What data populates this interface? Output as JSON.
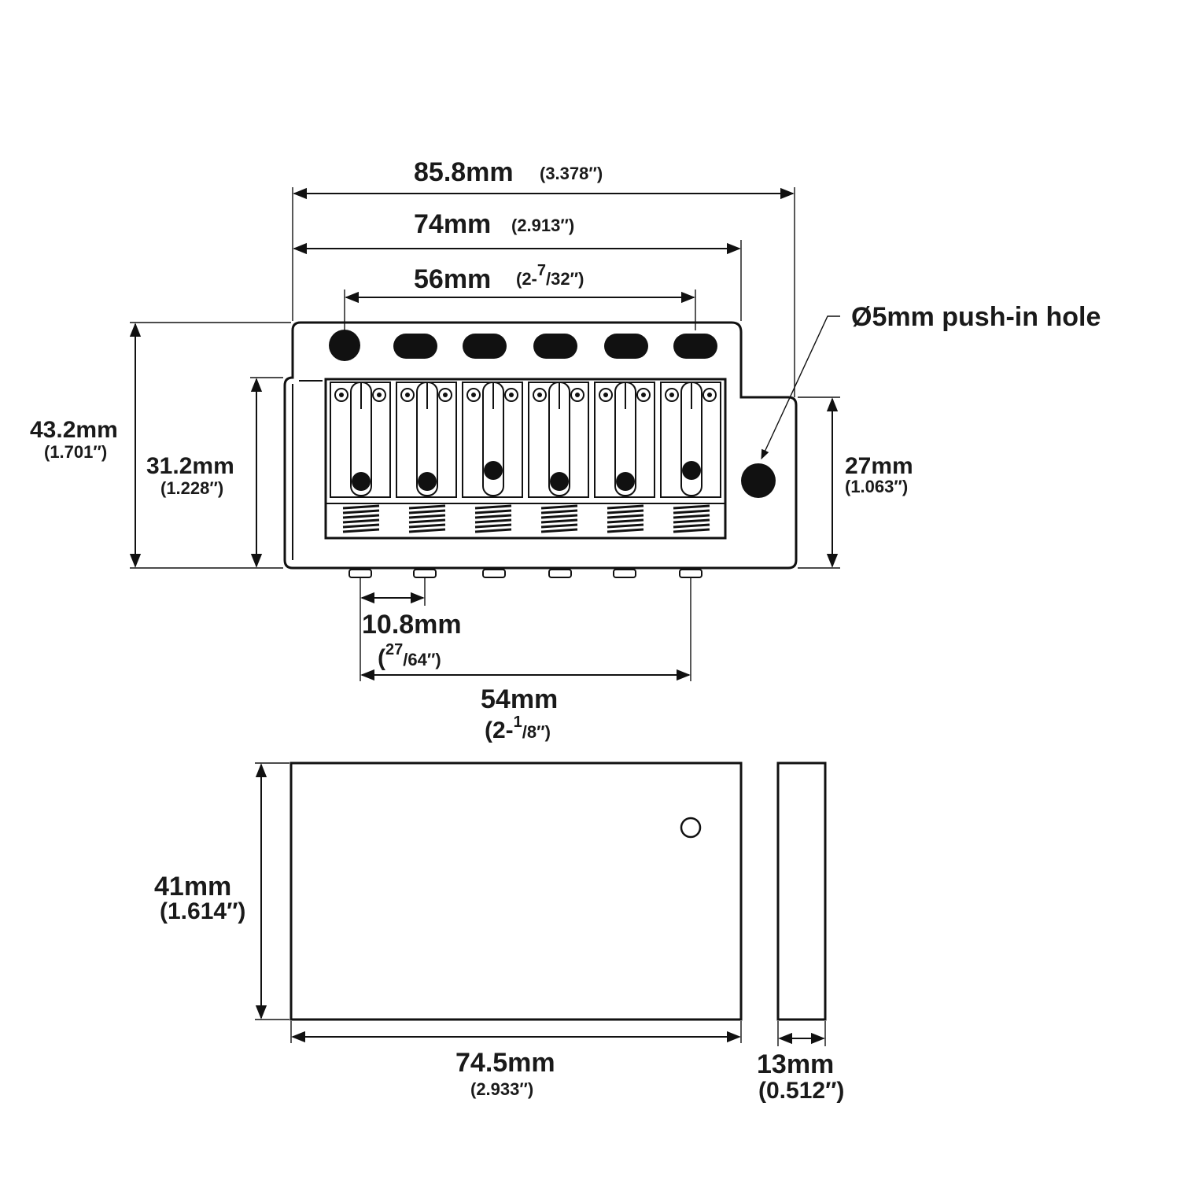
{
  "dimensions": {
    "total_width": {
      "mm": "85.8mm",
      "inch": "(3.378″)"
    },
    "stud_span": {
      "mm": "74mm",
      "inch": "(2.913″)"
    },
    "screw_span": {
      "mm": "56mm",
      "inch_prefix": "(2-",
      "inch_num": "7",
      "inch_den": "/32″)"
    },
    "push_hole": {
      "label": "Ø5mm push-in hole"
    },
    "total_height": {
      "mm": "43.2mm",
      "inch": "(1.701″)"
    },
    "saddle_height": {
      "mm": "31.2mm",
      "inch": "(1.228″)"
    },
    "right_height": {
      "mm": "27mm",
      "inch": "(1.063″)"
    },
    "string_spacing": {
      "mm": "10.8mm",
      "inch_open": "(",
      "inch_num": "27",
      "inch_den": "/64″)"
    },
    "string_span": {
      "mm": "54mm",
      "inch_prefix": "(2-",
      "inch_num": "1",
      "inch_den": "/8″)"
    },
    "block_height": {
      "mm": "41mm",
      "inch": "(1.614″)"
    },
    "block_width": {
      "mm": "74.5mm",
      "inch": "(2.933″)"
    },
    "block_depth": {
      "mm": "13mm",
      "inch": "(0.512″)"
    }
  },
  "saddle_count": 6,
  "mounting_hole_count": 6
}
